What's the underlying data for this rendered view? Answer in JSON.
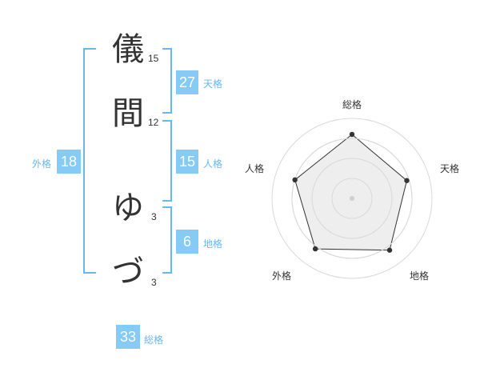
{
  "name": {
    "chars": [
      {
        "char": "儀",
        "strokes": "15"
      },
      {
        "char": "間",
        "strokes": "12"
      },
      {
        "char": "ゆ",
        "strokes": "3"
      },
      {
        "char": "づ",
        "strokes": "3"
      }
    ]
  },
  "grid": {
    "tenkaku": {
      "value": "27",
      "label": "天格"
    },
    "jinkaku": {
      "value": "15",
      "label": "人格"
    },
    "chikaku": {
      "value": "6",
      "label": "地格"
    },
    "gaikaku": {
      "value": "18",
      "label": "外格"
    },
    "soukaku": {
      "value": "33",
      "label": "総格"
    }
  },
  "radar": {
    "labels": {
      "top": "総格",
      "right": "天格",
      "bottom_right": "地格",
      "bottom_left": "外格",
      "left": "人格"
    }
  },
  "chart_data": {
    "type": "radar",
    "categories": [
      "総格",
      "天格",
      "地格",
      "外格",
      "人格"
    ],
    "series": [
      {
        "values": [
          0.8,
          0.72,
          0.8,
          0.78,
          0.75
        ]
      }
    ],
    "range": [
      0,
      1
    ],
    "rings": 4,
    "colors": {
      "line": "#333333",
      "fill": "#ebebeb",
      "ring": "#d9d9d9",
      "point": "#333333"
    }
  }
}
